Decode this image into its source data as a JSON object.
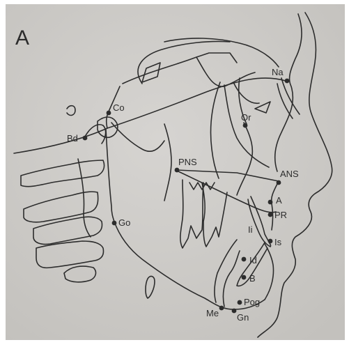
{
  "figure": {
    "panel_label": "A",
    "colors": {
      "paper": "#cdcbc8",
      "paper_edge": "#b8b6b2",
      "ink": "#2c2c2c",
      "border": "#ffffff"
    }
  },
  "landmarks": [
    {
      "id": "N",
      "label": "Na"
    },
    {
      "id": "Co",
      "label": "Co"
    },
    {
      "id": "Ba",
      "label": "Bd"
    },
    {
      "id": "Or",
      "label": "Or"
    },
    {
      "id": "PNS",
      "label": "PNS"
    },
    {
      "id": "ANS",
      "label": "ANS"
    },
    {
      "id": "A",
      "label": "A"
    },
    {
      "id": "PR",
      "label": "PR"
    },
    {
      "id": "Is",
      "label": "Is"
    },
    {
      "id": "Ii",
      "label": "Ii"
    },
    {
      "id": "Id",
      "label": "Id"
    },
    {
      "id": "B",
      "label": "B"
    },
    {
      "id": "Pog",
      "label": "Pog"
    },
    {
      "id": "Gn",
      "label": "Gn"
    },
    {
      "id": "Me",
      "label": "Me"
    },
    {
      "id": "Go",
      "label": "Go"
    }
  ]
}
